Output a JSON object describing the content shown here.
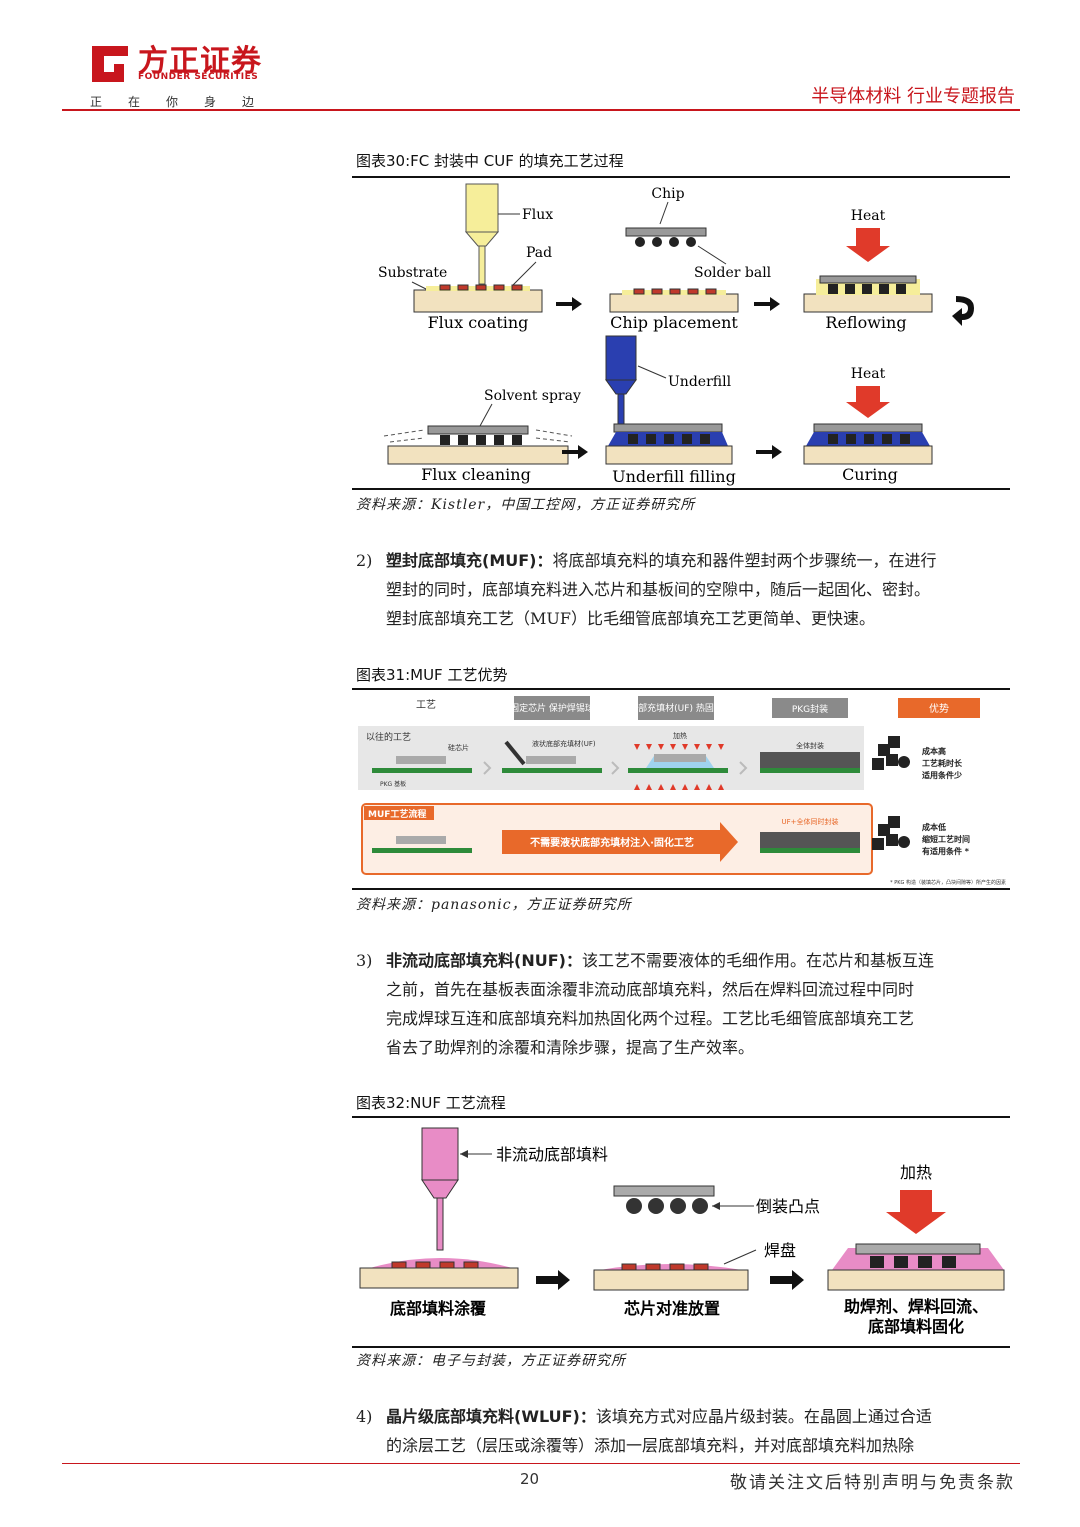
{
  "header": {
    "brand_cn": "方正证券",
    "brand_en": "FOUNDER SECURITIES",
    "slogan": "正在你身边",
    "report_type": "半导体材料 行业专题报告"
  },
  "figure30": {
    "title": "图表30:FC 封装中 CUF 的填充工艺过程",
    "labels": {
      "flux": "Flux",
      "pad": "Pad",
      "substrate": "Substrate",
      "flux_coating": "Flux coating",
      "chip": "Chip",
      "solder_ball": "Solder ball",
      "chip_placement": "Chip placement",
      "heat": "Heat",
      "reflowing": "Reflowing",
      "solvent_spray": "Solvent spray",
      "flux_cleaning": "Flux cleaning",
      "underfill": "Underfill",
      "underfill_filling": "Underfill filling",
      "curing": "Curing"
    },
    "source": "资料来源：Kistler，中国工控网，方正证券研究所"
  },
  "para2": {
    "num": "2)",
    "lead": "塑封底部填充(MUF)：",
    "lines": [
      "将底部填充料的填充和器件塑封两个步骤统一，在进行",
      "塑封的同时，底部填充料进入芯片和基板间的空隙中，随后一起固化、密封。",
      "塑封底部填充工艺（MUF）比毛细管底部填充工艺更简单、更快速。"
    ]
  },
  "figure31": {
    "title": "图表31:MUF 工艺优势",
    "col_headers": [
      "工艺",
      "固定芯片\n保护焊锡球",
      "底部充填材(UF)\n热固化",
      "PKG封装",
      "优势"
    ],
    "old_process": "以往的工艺",
    "chip_label": "硅芯片",
    "pkg_label": "PKG 基板",
    "liquid_uf": "液状底部充填材(UF)",
    "heat": "加热",
    "full_seal": "全体封装",
    "old_advantage": [
      "成本高",
      "工艺耗时长",
      "适用条件少"
    ],
    "muf_flow": "MUF工艺流程",
    "arrow_text": "不需要液状底部充填材注入·固化工艺",
    "uf_seal": "UF+全体同时封装",
    "new_advantage": [
      "成本低",
      "缩短工艺时间",
      "有适用条件 *"
    ],
    "footnote": "* PKG 构造（装填芯片，凸块间隙等）所产生的因素",
    "source": "资料来源：panasonic，方正证券研究所"
  },
  "para3": {
    "num": "3)",
    "lead": "非流动底部填充料(NUF)：",
    "lines": [
      "该工艺不需要液体的毛细作用。在芯片和基板互连",
      "之前，首先在基板表面涂覆非流动底部填充料，然后在焊料回流过程中同时",
      "完成焊球互连和底部填充料加热固化两个过程。工艺比毛细管底部填充工艺",
      "省去了助焊剂的涂覆和清除步骤，提高了生产效率。"
    ]
  },
  "figure32": {
    "title": "图表32:NUF 工艺流程",
    "labels": {
      "nuf": "非流动底部填料",
      "bump": "倒装凸点",
      "pad": "焊盘",
      "heat": "加热",
      "step1": "底部填料涂覆",
      "step2": "芯片对准放置",
      "step3a": "助焊剂、焊料回流、",
      "step3b": "底部填料固化"
    },
    "source": "资料来源：电子与封装，方正证券研究所"
  },
  "para4": {
    "num": "4)",
    "lead": "晶片级底部填充料(WLUF)：",
    "lines": [
      "该填充方式对应晶片级封装。在晶圆上通过合适",
      "的涂层工艺（层压或涂覆等）添加一层底部填充料，并对底部填充料加热除"
    ]
  },
  "footer": {
    "page": "20",
    "disclaimer": "敬请关注文后特别声明与免责条款"
  },
  "colors": {
    "brand_red": "#c8161d",
    "substrate": "#f2e2bf",
    "underfill_blue": "#2a3fb0",
    "heat_red": "#e03a2a",
    "nuf_pink": "#e88cc6"
  }
}
